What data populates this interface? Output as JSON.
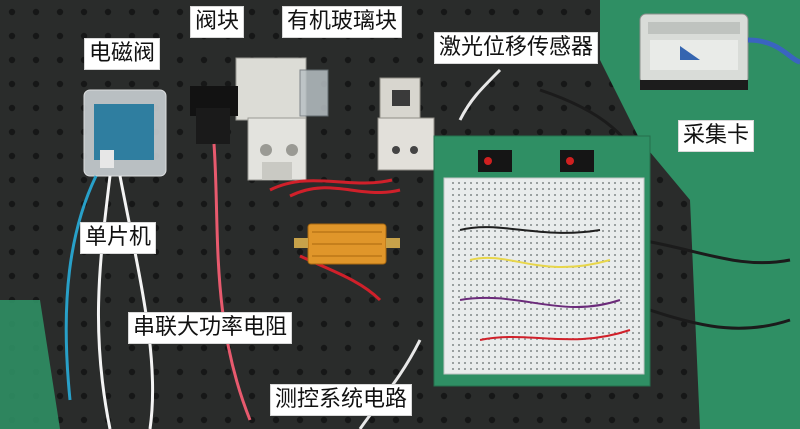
{
  "labels": {
    "valve_block": "阀块",
    "glass_block": "有机玻璃块",
    "solenoid_valve": "电磁阀",
    "laser_sensor": "激光位移传感器",
    "daq_card": "采集卡",
    "microcontroller": "单片机",
    "series_resistor": "串联大功率电阻",
    "control_circuit": "测控系统电路"
  },
  "colors": {
    "optical_table": "#2a2c2b",
    "green_mat": "#2f8f64",
    "breadboard": "#e9ecec",
    "resistor": "#e0962a",
    "label_bg": "#ffffff"
  }
}
